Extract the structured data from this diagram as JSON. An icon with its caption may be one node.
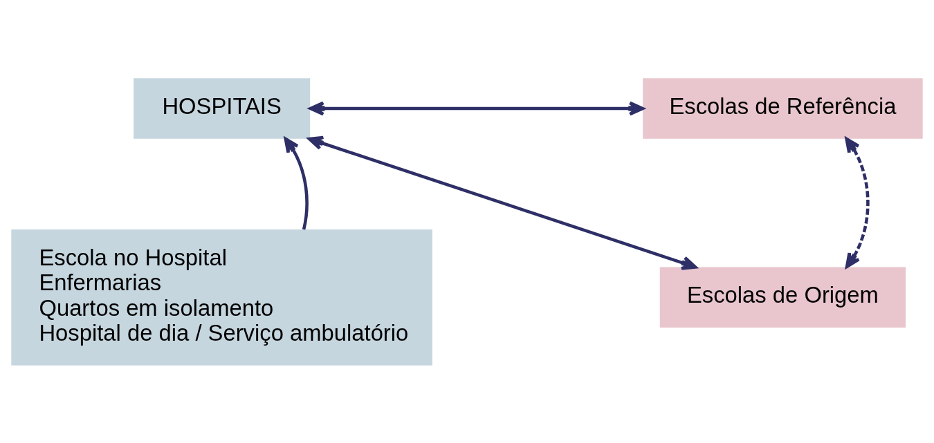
{
  "diagram": {
    "nodes": [
      {
        "text": [
          "HOSPITAIS"
        ]
      },
      {
        "text": [
          "Escolas de Referência"
        ]
      },
      {
        "text": [
          "Escolas de Origem"
        ]
      },
      {
        "text": [
          "Escola no Hospital",
          "Enfermarias",
          "Quartos em isolamento",
          "Hospital de dia / Serviço ambulatório"
        ]
      }
    ],
    "edges": [
      {
        "from": 0,
        "to": 1,
        "arrow": "both"
      },
      {
        "from": 0,
        "to": 2,
        "arrow": "both"
      },
      {
        "from": 1,
        "to": 2,
        "arrow": "both",
        "style": "dashed"
      },
      {
        "from": 3,
        "to": 0,
        "arrow": "to"
      }
    ]
  }
}
